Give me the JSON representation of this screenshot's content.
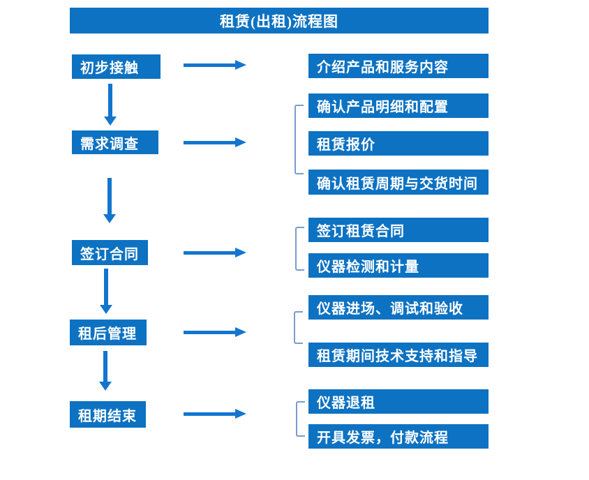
{
  "flow": {
    "title": "租赁(出租)流程图",
    "stages": [
      {
        "label": "初步接触",
        "details": [
          "介绍产品和服务内容"
        ]
      },
      {
        "label": "需求调查",
        "details": [
          "确认产品明细和配置",
          "租赁报价",
          "确认租赁周期与交货时间"
        ]
      },
      {
        "label": "签订合同",
        "details": [
          "签订租赁合同",
          "仪器检测和计量"
        ]
      },
      {
        "label": "租后管理",
        "details": [
          "仪器进场、调试和验收",
          "租赁期间技术支持和指导"
        ]
      },
      {
        "label": "租期结束",
        "details": [
          "仪器退租",
          "开具发票，付款流程"
        ]
      }
    ]
  },
  "colors": {
    "box_blue": "#0d72c2",
    "arrow_blue": "#1375ce",
    "bracket_blue": "#7b9bcd",
    "text_white": "#ffffff",
    "page_bg": "#ffffff"
  }
}
